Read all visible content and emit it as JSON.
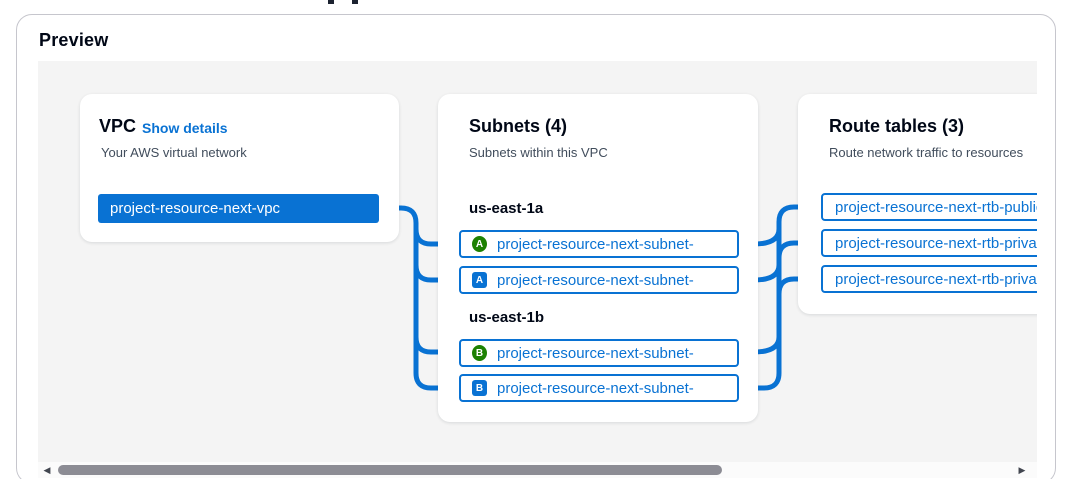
{
  "preview": {
    "title": "Preview"
  },
  "vpc_card": {
    "title": "VPC",
    "show_details_link": "Show details",
    "description": "Your AWS virtual network",
    "node_label": "project-resource-next-vpc"
  },
  "subnets_card": {
    "title": "Subnets (4)",
    "description": "Subnets within this VPC",
    "groups": [
      {
        "az": "us-east-1a",
        "subnets": [
          {
            "badge": "A",
            "type": "public",
            "label": "project-resource-next-subnet-"
          },
          {
            "badge": "A",
            "type": "private",
            "label": "project-resource-next-subnet-"
          }
        ]
      },
      {
        "az": "us-east-1b",
        "subnets": [
          {
            "badge": "B",
            "type": "public",
            "label": "project-resource-next-subnet-"
          },
          {
            "badge": "B",
            "type": "private",
            "label": "project-resource-next-subnet-"
          }
        ]
      }
    ]
  },
  "route_tables_card": {
    "title": "Route tables (3)",
    "description": "Route network traffic to resources",
    "tables": [
      {
        "label": "project-resource-next-rtb-public"
      },
      {
        "label": "project-resource-next-rtb-private"
      },
      {
        "label": "project-resource-next-rtb-private"
      }
    ]
  },
  "scrollbar": {
    "left_arrow": "◀",
    "right_arrow": "▶"
  },
  "colors": {
    "accent": "#0972d3",
    "selected_node_bg": "#0972d3",
    "public_badge": "#1d8102",
    "private_badge": "#0972d3",
    "canvas_bg": "#f4f4f4",
    "card_border": "#c6c6cd",
    "scroll_thumb": "#8c8c94"
  }
}
